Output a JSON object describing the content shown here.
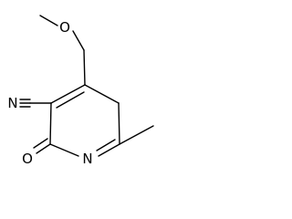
{
  "molecule": {
    "atoms": {
      "methoxy_oxygen": "O",
      "nitrile_nitrogen": "N",
      "ring_nitrogen": "N",
      "carbonyl_oxygen": "O"
    }
  },
  "colors": {
    "bond": "#000000",
    "label": "#000000",
    "background": "#ffffff"
  }
}
